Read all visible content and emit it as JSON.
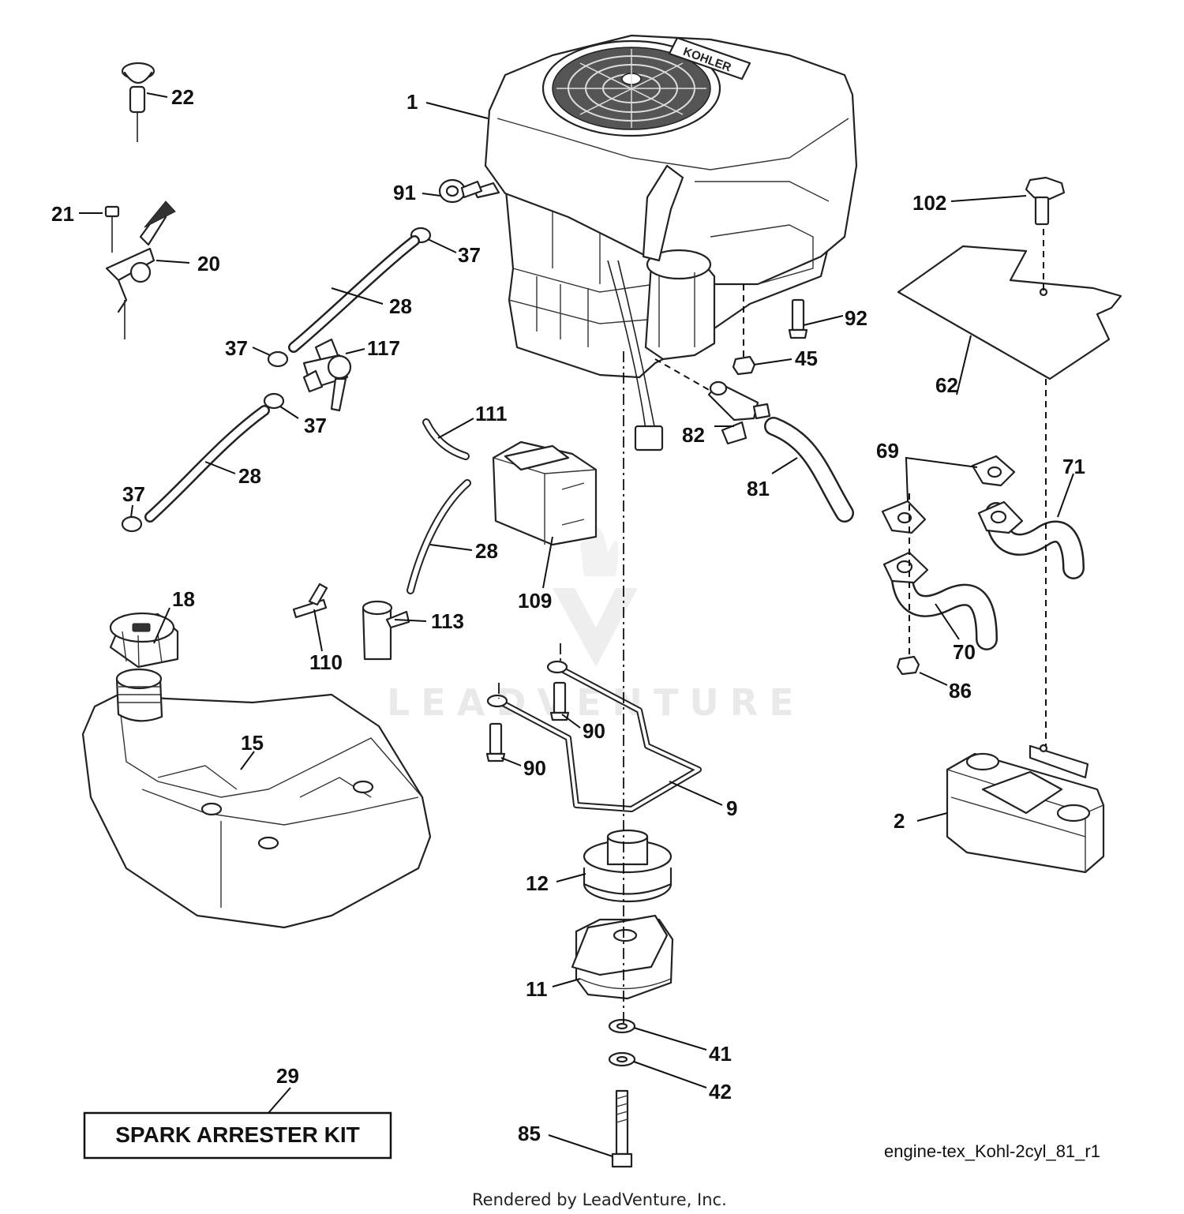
{
  "diagram_id": "engine-tex_Kohl-2cyl_81_r1",
  "footer": "Rendered by LeadVenture, Inc.",
  "watermark": "LEADVENTURE",
  "engine_brand": "KOHLER",
  "kit_box": {
    "number": "29",
    "label": "SPARK ARRESTER KIT"
  },
  "callouts": {
    "c1": "1",
    "c2": "2",
    "c9": "9",
    "c11": "11",
    "c12": "12",
    "c15": "15",
    "c18": "18",
    "c20": "20",
    "c21": "21",
    "c22": "22",
    "c28a": "28",
    "c28b": "28",
    "c28c": "28",
    "c37a": "37",
    "c37b": "37",
    "c37c": "37",
    "c37d": "37",
    "c41": "41",
    "c42": "42",
    "c45": "45",
    "c62": "62",
    "c69": "69",
    "c70": "70",
    "c71": "71",
    "c81": "81",
    "c82": "82",
    "c85": "85",
    "c86": "86",
    "c90a": "90",
    "c90b": "90",
    "c91": "91",
    "c92": "92",
    "c102": "102",
    "c109": "109",
    "c110": "110",
    "c111": "111",
    "c113": "113",
    "c117": "117"
  }
}
